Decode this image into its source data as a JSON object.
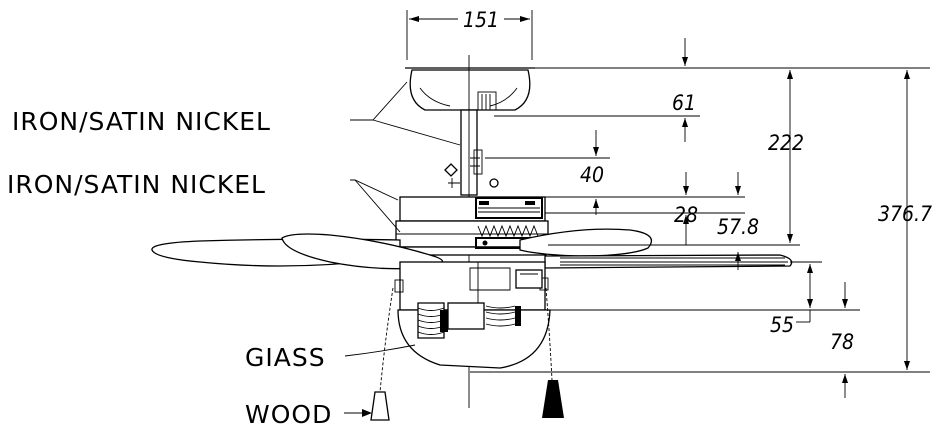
{
  "labels": {
    "canopy_finish": "IRON/SATIN NICKEL",
    "housing_finish": "IRON/SATIN NICKEL",
    "glass": "GIASS",
    "pull_chain": "WOOD"
  },
  "dimensions": {
    "canopy_width": "151",
    "canopy_height": "61",
    "downrod_gap": "40",
    "motor_offset": "28",
    "housing_to_blade": "57.8",
    "canopy_to_blade": "222",
    "overall_height": "376.7",
    "blade_to_light": "55",
    "blade_to_glass_bottom": "78"
  }
}
